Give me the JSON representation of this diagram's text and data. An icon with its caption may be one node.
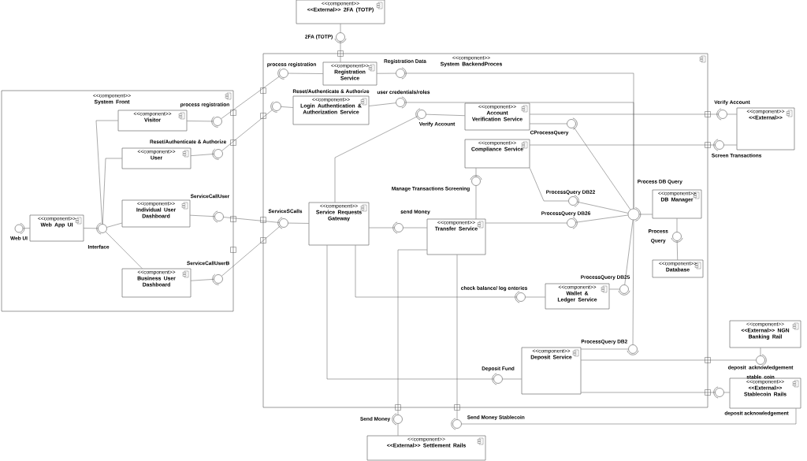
{
  "diagram": {
    "nodes": [
      {
        "text": [
          "<<component>>",
          "System Front"
        ]
      },
      {
        "text": [
          "<<component>>",
          "System BackendProces"
        ]
      },
      {
        "text": [
          "<<component>>",
          "Visitor"
        ],
        "in": 0
      },
      {
        "text": [
          "<<component>>",
          "User"
        ],
        "in": 0
      },
      {
        "text": [
          "<<component>>",
          "Individual User Dashboard"
        ],
        "in": 0
      },
      {
        "text": [
          "<<component>>",
          "Business User Dashboard"
        ],
        "in": 0
      },
      {
        "text": [
          "<<component>>",
          "Web App UI"
        ],
        "in": 0
      },
      {
        "text": [
          "<<component>>",
          "<<External>> 2FA (TOTP)"
        ]
      },
      {
        "text": [
          "<<component>>",
          "Registration Service"
        ],
        "in": 1
      },
      {
        "text": [
          "<<component>>",
          "Login Authentication & Authorization Service"
        ],
        "in": 1
      },
      {
        "text": [
          "<<component>>",
          "Account Verification Service"
        ],
        "in": 1
      },
      {
        "text": [
          "<<component>>",
          "Compliance Service"
        ],
        "in": 1
      },
      {
        "text": [
          "<<component>>",
          "Service Requests Gateway"
        ],
        "in": 1
      },
      {
        "text": [
          "<<component>>",
          "Transfer Service"
        ],
        "in": 1
      },
      {
        "text": [
          "<<component>>",
          "DB Manager"
        ],
        "in": 1
      },
      {
        "text": [
          "<<component>>",
          "Database"
        ],
        "in": 1
      },
      {
        "text": [
          "<<component>>",
          "Wallet & Ledger Service"
        ],
        "in": 1
      },
      {
        "text": [
          "<<component>>",
          "Deposit Service"
        ],
        "in": 1
      },
      {
        "text": [
          "<<component>>",
          "<<External>>"
        ]
      },
      {
        "text": [
          "<<component>>",
          "<<External>> NGN Banking Rail"
        ]
      },
      {
        "text": [
          "<<component>>",
          "<<External>> Stablecoin Rails"
        ]
      },
      {
        "text": [
          "<<component>>",
          "<<External>> Settlement Rails"
        ]
      },
      {
        "text": [],
        "shape": "circle",
        "beside": [
          "Web UI"
        ],
        "in": 0
      },
      {
        "text": [],
        "shape": "circle",
        "in": 0
      },
      {
        "text": [],
        "shape": "circle",
        "in": 0
      },
      {
        "text": [],
        "shape": "circle",
        "beside": [
          "Reset/Authenticate & Authorize"
        ],
        "in": 0
      },
      {
        "text": [],
        "shape": "circle",
        "in": 0
      },
      {
        "text": [],
        "shape": "circle",
        "in": 0
      },
      {
        "text": [],
        "shape": "circle",
        "beside": [
          "2FA (TOTP)"
        ]
      },
      {
        "text": [],
        "shape": "circle",
        "beside": [
          "process registration"
        ],
        "in": 1
      },
      {
        "text": [],
        "shape": "circle",
        "in": 1
      },
      {
        "text": [],
        "shape": "circle",
        "beside": [
          "ServiceSCalls"
        ],
        "in": 1
      },
      {
        "text": [],
        "shape": "circle",
        "beside": [
          "Registration Data"
        ],
        "in": 1
      },
      {
        "text": [],
        "shape": "circle",
        "beside": [
          "user credentials/roles"
        ],
        "in": 1
      },
      {
        "text": [],
        "shape": "circle",
        "beside": [
          "Verify Account"
        ],
        "in": 1
      },
      {
        "text": [],
        "shape": "circle",
        "beside": [
          "CProcessQuery"
        ],
        "in": 1
      },
      {
        "text": [],
        "shape": "circle",
        "beside": [
          "Manage Transactions Screening"
        ],
        "in": 1
      },
      {
        "text": [],
        "shape": "circle",
        "beside": [
          "ProcessQuery DB22"
        ],
        "in": 1
      },
      {
        "text": [],
        "shape": "circle",
        "beside": [
          "ProcessQuery DB26"
        ],
        "in": 1
      },
      {
        "text": [],
        "shape": "circle",
        "in": 1
      },
      {
        "text": [],
        "shape": "circle",
        "in": 1
      },
      {
        "text": [],
        "shape": "circle",
        "beside": [
          "Process Query"
        ],
        "in": 1
      },
      {
        "text": [],
        "shape": "circle",
        "beside": [
          "ProcessQuery DB25"
        ],
        "in": 1
      },
      {
        "text": [],
        "shape": "circle",
        "beside": [
          "check balance/ log enteries"
        ],
        "in": 1
      },
      {
        "text": [],
        "shape": "circle",
        "beside": [
          "ProcessQuery DB2"
        ],
        "in": 1
      },
      {
        "text": [],
        "shape": "circle",
        "beside": [
          "Deposit Fund"
        ],
        "in": 1
      },
      {
        "text": [],
        "shape": "circle",
        "beside": [
          "Verify Account"
        ]
      },
      {
        "text": [],
        "shape": "circle",
        "beside": [
          "Screen Transactions"
        ]
      },
      {
        "text": [],
        "shape": "circle",
        "beside": [
          "deposit acknowledgement stable coin"
        ]
      },
      {
        "text": [],
        "shape": "circle"
      },
      {
        "text": [],
        "shape": "circle",
        "beside": [
          "Send Money"
        ]
      },
      {
        "text": [],
        "shape": "circle",
        "beside": [
          "Send Money Stablecoin"
        ]
      }
    ],
    "edges": [
      {
        "from": 22,
        "to": 6,
        "arrow": "none"
      },
      {
        "from": 6,
        "to": 23,
        "arrow": "none"
      },
      {
        "from": 23,
        "to": 2,
        "arrow": "none"
      },
      {
        "from": 23,
        "to": 3,
        "arrow": "none"
      },
      {
        "from": 23,
        "to": 4,
        "arrow": "none"
      },
      {
        "from": 23,
        "to": 5,
        "arrow": "none"
      },
      {
        "from": 2,
        "to": 24,
        "arrow": "none"
      },
      {
        "from": 3,
        "to": 25,
        "arrow": "none"
      },
      {
        "from": 4,
        "to": 26,
        "arrow": "none"
      },
      {
        "from": 5,
        "to": 27,
        "arrow": "none"
      },
      {
        "from": 24,
        "to": 29,
        "arrow": "none"
      },
      {
        "from": 25,
        "to": 30,
        "arrow": "none"
      },
      {
        "from": 26,
        "to": 31,
        "arrow": "none"
      },
      {
        "from": 27,
        "to": 31,
        "arrow": "none"
      },
      {
        "from": 7,
        "to": 28,
        "arrow": "none"
      },
      {
        "from": 28,
        "to": 8,
        "arrow": "none"
      },
      {
        "from": 29,
        "to": 8,
        "arrow": "none"
      },
      {
        "from": 30,
        "to": 9,
        "arrow": "none"
      },
      {
        "from": 31,
        "to": 12,
        "arrow": "none"
      },
      {
        "from": 8,
        "to": 32,
        "arrow": "none"
      },
      {
        "from": 32,
        "to": 40,
        "arrow": "none"
      },
      {
        "from": 9,
        "to": 33,
        "arrow": "none"
      },
      {
        "from": 33,
        "to": 40,
        "arrow": "none"
      },
      {
        "from": 34,
        "to": 10,
        "arrow": "none"
      },
      {
        "from": 34,
        "to": 12,
        "arrow": "none"
      },
      {
        "from": 10,
        "to": 35,
        "arrow": "none"
      },
      {
        "from": 35,
        "to": 40,
        "arrow": "none"
      },
      {
        "from": 10,
        "to": 46,
        "arrow": "none"
      },
      {
        "from": 46,
        "to": 18,
        "arrow": "none"
      },
      {
        "from": 11,
        "to": 47,
        "arrow": "none"
      },
      {
        "from": 47,
        "to": 18,
        "arrow": "none"
      },
      {
        "from": 11,
        "to": 36,
        "arrow": "none"
      },
      {
        "from": 36,
        "to": 13,
        "arrow": "none"
      },
      {
        "from": 11,
        "to": 37,
        "arrow": "none"
      },
      {
        "from": 37,
        "to": 40,
        "arrow": "none"
      },
      {
        "from": 12,
        "to": 39,
        "arrow": "none"
      },
      {
        "from": 39,
        "to": 13,
        "arrow": "none"
      },
      {
        "from": 13,
        "to": 38,
        "arrow": "none"
      },
      {
        "from": 38,
        "to": 40,
        "arrow": "none"
      },
      {
        "from": 40,
        "to": 14,
        "arrow": "none"
      },
      {
        "from": 14,
        "to": 41,
        "arrow": "none"
      },
      {
        "from": 41,
        "to": 15,
        "arrow": "none"
      },
      {
        "from": 16,
        "to": 42,
        "arrow": "none"
      },
      {
        "from": 42,
        "to": 40,
        "arrow": "none"
      },
      {
        "from": 12,
        "to": 43,
        "arrow": "none"
      },
      {
        "from": 43,
        "to": 16,
        "arrow": "none"
      },
      {
        "from": 17,
        "to": 44,
        "arrow": "none"
      },
      {
        "from": 44,
        "to": 40,
        "arrow": "none"
      },
      {
        "from": 12,
        "to": 45,
        "arrow": "none"
      },
      {
        "from": 45,
        "to": 17,
        "arrow": "none"
      },
      {
        "from": 17,
        "to": 48,
        "arrow": "none"
      },
      {
        "from": 48,
        "to": 19,
        "arrow": "none"
      },
      {
        "from": 17,
        "to": 49,
        "arrow": "none"
      },
      {
        "from": 49,
        "to": 20,
        "arrow": "none"
      },
      {
        "from": 13,
        "to": 50,
        "arrow": "none"
      },
      {
        "from": 50,
        "to": 21,
        "arrow": "none"
      },
      {
        "from": 13,
        "to": 51,
        "arrow": "none"
      },
      {
        "from": 20,
        "to": 51,
        "arrow": "none"
      }
    ],
    "labels": [
      "Reset/Authenticate & Authorize",
      "process registration",
      "Process DB Query",
      "ServiceCallUser",
      "send Money",
      "Interface",
      "ServiceCallUserB",
      "deposit acknowledgement"
    ]
  }
}
